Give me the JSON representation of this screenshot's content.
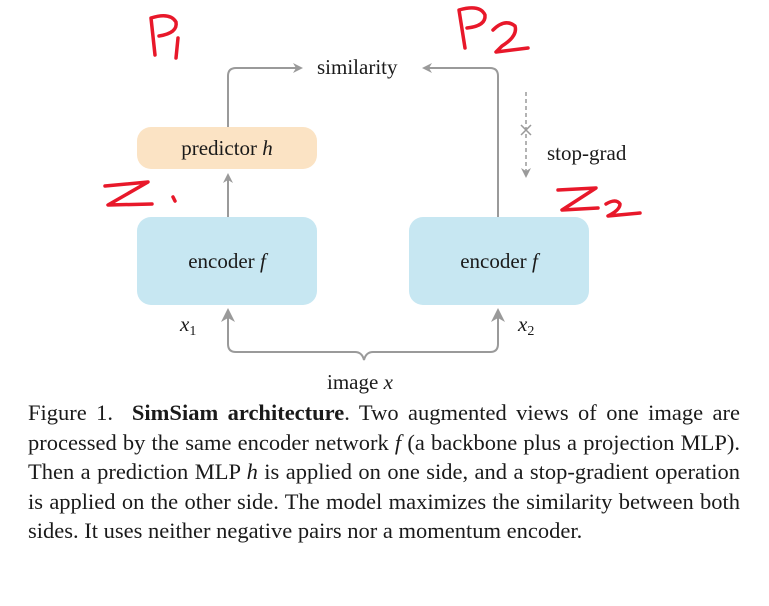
{
  "diagram": {
    "encoder_left": {
      "label": "encoder",
      "symbol": "f"
    },
    "encoder_right": {
      "label": "encoder",
      "symbol": "f"
    },
    "predictor": {
      "label": "predictor",
      "symbol": "h"
    },
    "similarity_label": "similarity",
    "stopgrad_label": "stop-grad",
    "image_label": "image",
    "image_symbol": "x",
    "x1": {
      "base": "x",
      "sub": "1"
    },
    "x2": {
      "base": "x",
      "sub": "2"
    },
    "handwritten_annotations": [
      "P1",
      "P2",
      "Z1",
      "Z2"
    ]
  },
  "caption": {
    "figure_label": "Figure 1.",
    "title": "SimSiam architecture",
    "text_before_f": ". Two augmented views of one image are processed by the same encoder network ",
    "f_symbol": "f",
    "text_after_f": " (a backbone plus a projection MLP). Then a prediction MLP ",
    "h_symbol": "h",
    "text_after_h": " is applied on one side, and a stop-gradient operation is applied on the other side. The model maximizes the similarity between both sides. It uses neither negative pairs nor a momentum encoder."
  },
  "colors": {
    "encoder_fill": "#c7e7f2",
    "predictor_fill": "#fbe3c4",
    "arrow": "#9a9a9a",
    "annotation_red": "#e8182a"
  }
}
